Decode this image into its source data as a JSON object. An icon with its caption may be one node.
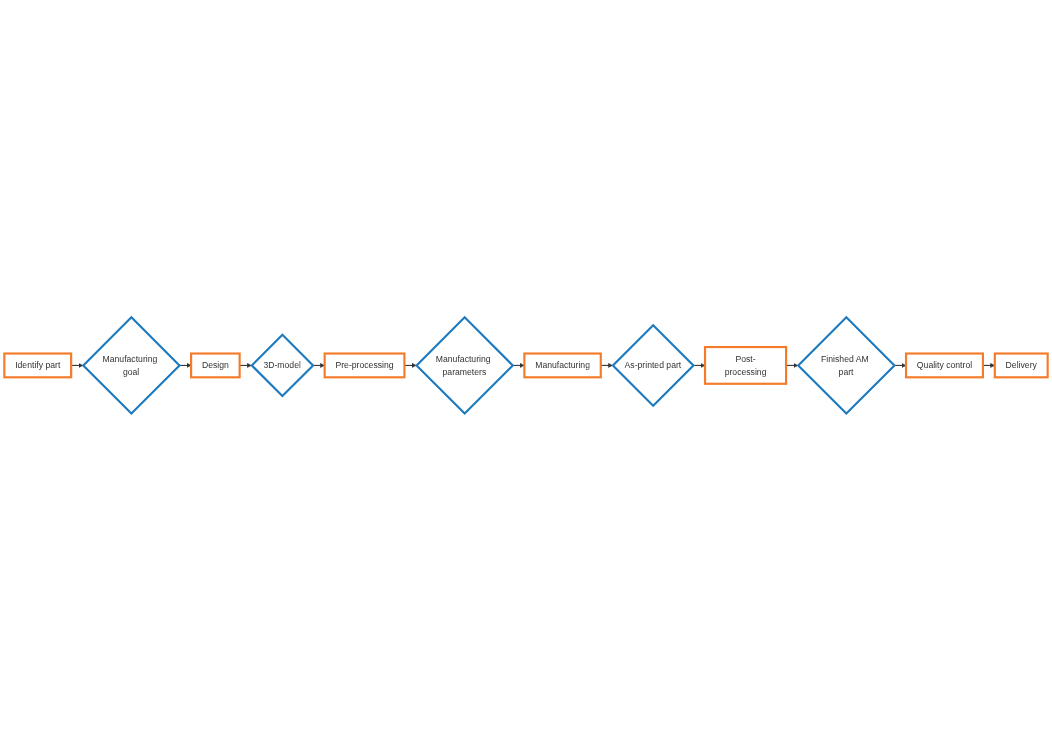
{
  "diagram": {
    "nodes": [
      {
        "text": [
          "Identify part"
        ]
      },
      {
        "text": [
          "Manufacturing goal"
        ]
      },
      {
        "text": [
          "Design"
        ]
      },
      {
        "text": [
          "3D-model"
        ]
      },
      {
        "text": [
          "Pre-processing"
        ]
      },
      {
        "text": [
          "Manufacturing parameters"
        ]
      },
      {
        "text": [
          "Manufacturing"
        ]
      },
      {
        "text": [
          "As-printed part"
        ]
      },
      {
        "text": [
          "Post-processing"
        ]
      },
      {
        "text": [
          "Finished AM part"
        ]
      },
      {
        "text": [
          "Quality control"
        ]
      },
      {
        "text": [
          "Delivery"
        ]
      }
    ],
    "edges": [
      {
        "from": 0,
        "to": 1,
        "arrow": "to"
      },
      {
        "from": 1,
        "to": 2,
        "arrow": "to"
      },
      {
        "from": 2,
        "to": 3,
        "arrow": "to"
      },
      {
        "from": 3,
        "to": 4,
        "arrow": "to"
      },
      {
        "from": 4,
        "to": 5,
        "arrow": "to"
      },
      {
        "from": 5,
        "to": 6,
        "arrow": "to"
      },
      {
        "from": 6,
        "to": 7,
        "arrow": "to"
      },
      {
        "from": 7,
        "to": 8,
        "arrow": "to"
      },
      {
        "from": 8,
        "to": 9,
        "arrow": "to"
      },
      {
        "from": 9,
        "to": 10,
        "arrow": "to"
      },
      {
        "from": 10,
        "to": 11,
        "arrow": "to"
      }
    ]
  }
}
